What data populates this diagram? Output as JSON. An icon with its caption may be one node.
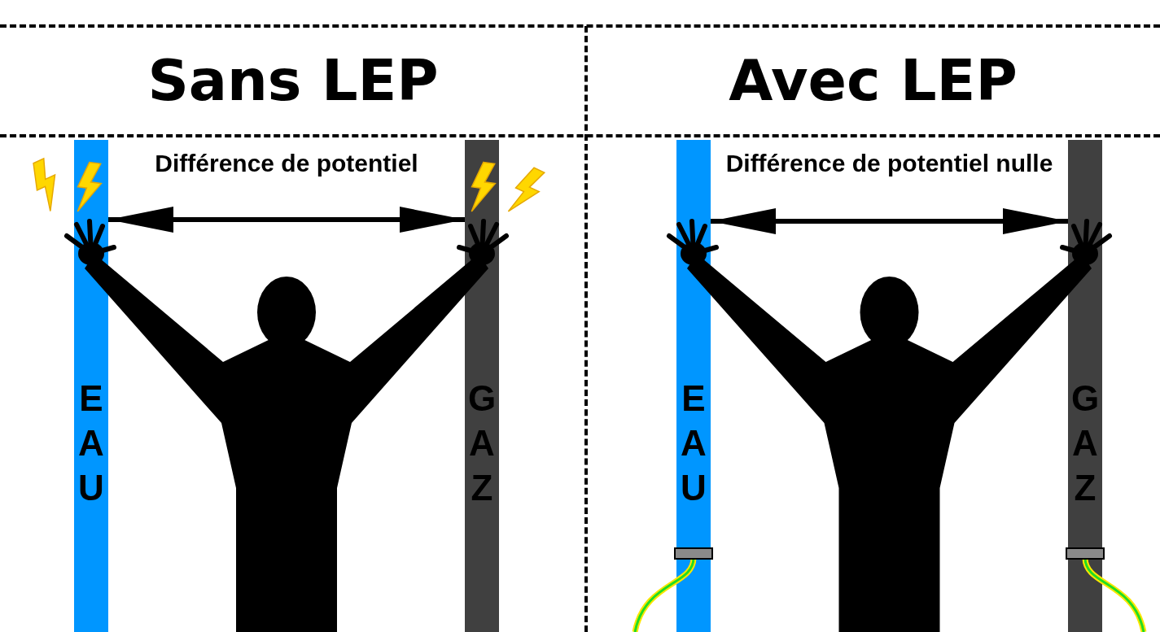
{
  "diagram": {
    "nodes": [
      {
        "text": [
          "Sans LEP"
        ]
      },
      {
        "text": [
          "EAU"
        ],
        "in": 0
      },
      {
        "text": [
          "GAZ"
        ],
        "in": 0
      },
      {
        "text": [
          "Avec LEP"
        ]
      },
      {
        "text": [
          "EAU"
        ],
        "in": 3
      },
      {
        "text": [
          "GAZ"
        ],
        "in": 3
      }
    ],
    "edges": [
      {
        "from": 1,
        "to": 2,
        "arrow": "both",
        "label": "Différence de potentiel"
      },
      {
        "from": 4,
        "to": 5,
        "arrow": "both",
        "label": "Différence de potentiel nulle"
      }
    ]
  }
}
